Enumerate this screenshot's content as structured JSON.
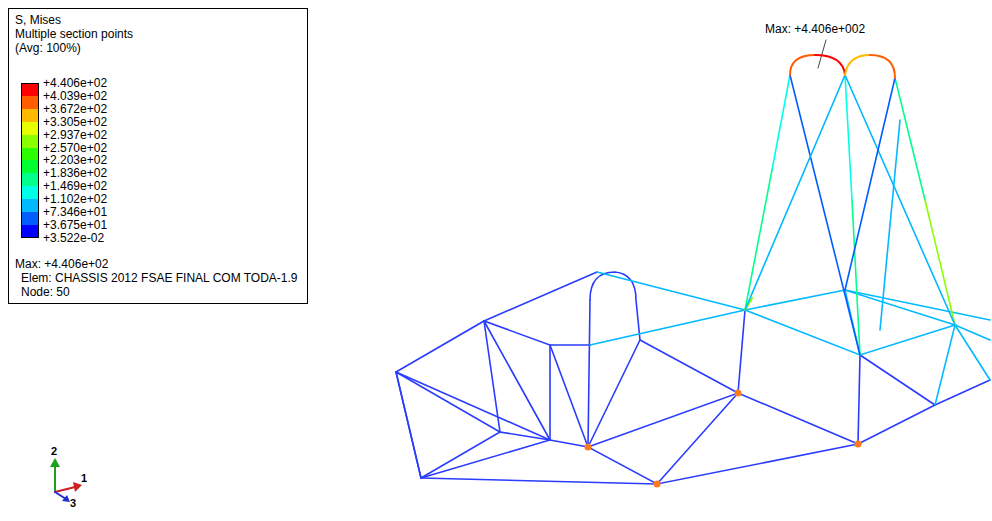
{
  "diagram": {
    "labels": [
      "S, Mises",
      "Multiple section points",
      "(Avg: 100%)",
      "+3.522e-02",
      "Max: +4.406e+02",
      "Elem: CHASSIS 2012 FSAE FINAL COM TODA-1.9",
      "Node: 50",
      "Max: +4.406e+002",
      "2",
      "1",
      "3"
    ],
    "legend": [
      {
        "text": "+4.406e+02",
        "color": "#ff0000"
      },
      {
        "text": "+4.039e+02",
        "color": "#ff5d00"
      },
      {
        "text": "+3.672e+02",
        "color": "#ffb900"
      },
      {
        "text": "+3.305e+02",
        "color": "#e8ff00"
      },
      {
        "text": "+2.937e+02",
        "color": "#8bff00"
      },
      {
        "text": "+2.570e+02",
        "color": "#2eff00"
      },
      {
        "text": "+2.203e+02",
        "color": "#00ff2e"
      },
      {
        "text": "+1.836e+02",
        "color": "#00ff8b"
      },
      {
        "text": "+1.469e+02",
        "color": "#00ffe8"
      },
      {
        "text": "+1.102e+02",
        "color": "#00b9ff"
      },
      {
        "text": "+7.346e+01",
        "color": "#005dff"
      },
      {
        "text": "+3.675e+01",
        "color": "#0000ff"
      }
    ]
  }
}
